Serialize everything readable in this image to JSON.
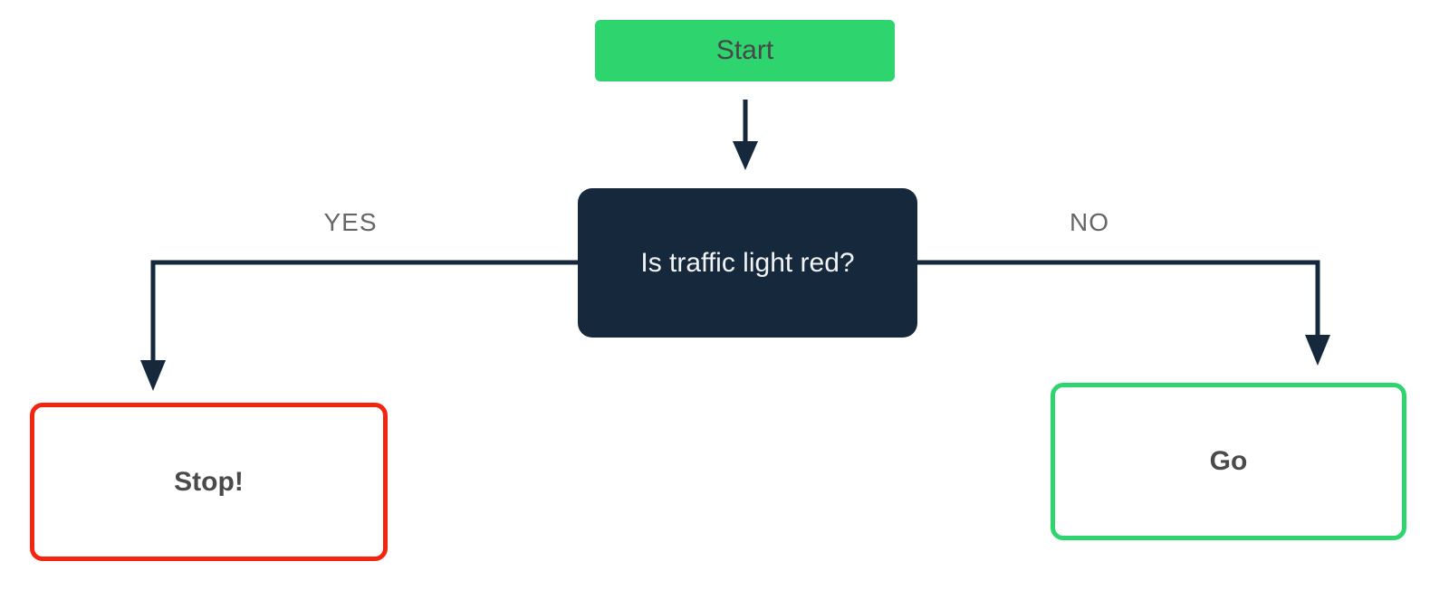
{
  "diagram": {
    "type": "flowchart",
    "nodes": {
      "start": {
        "label": "Start",
        "shape": "terminal-rect"
      },
      "decision": {
        "label": "Is traffic light red?",
        "shape": "rounded-rect"
      },
      "stop": {
        "label": "Stop!",
        "shape": "outlined-rect"
      },
      "go": {
        "label": "Go",
        "shape": "outlined-rect"
      }
    },
    "edges": {
      "start_to_decision": {
        "from": "start",
        "to": "decision",
        "label": ""
      },
      "yes": {
        "from": "decision",
        "to": "stop",
        "label": "YES"
      },
      "no": {
        "from": "decision",
        "to": "go",
        "label": "NO"
      }
    },
    "colors": {
      "green": "#2ED56E",
      "navy": "#16293C",
      "red": "#F3250F",
      "label_gray": "#666666",
      "text_dark": "#474747",
      "text_bold_dark": "#4A4A4A",
      "text_light": "#F1F3F4",
      "background": "#FFFFFF"
    }
  }
}
